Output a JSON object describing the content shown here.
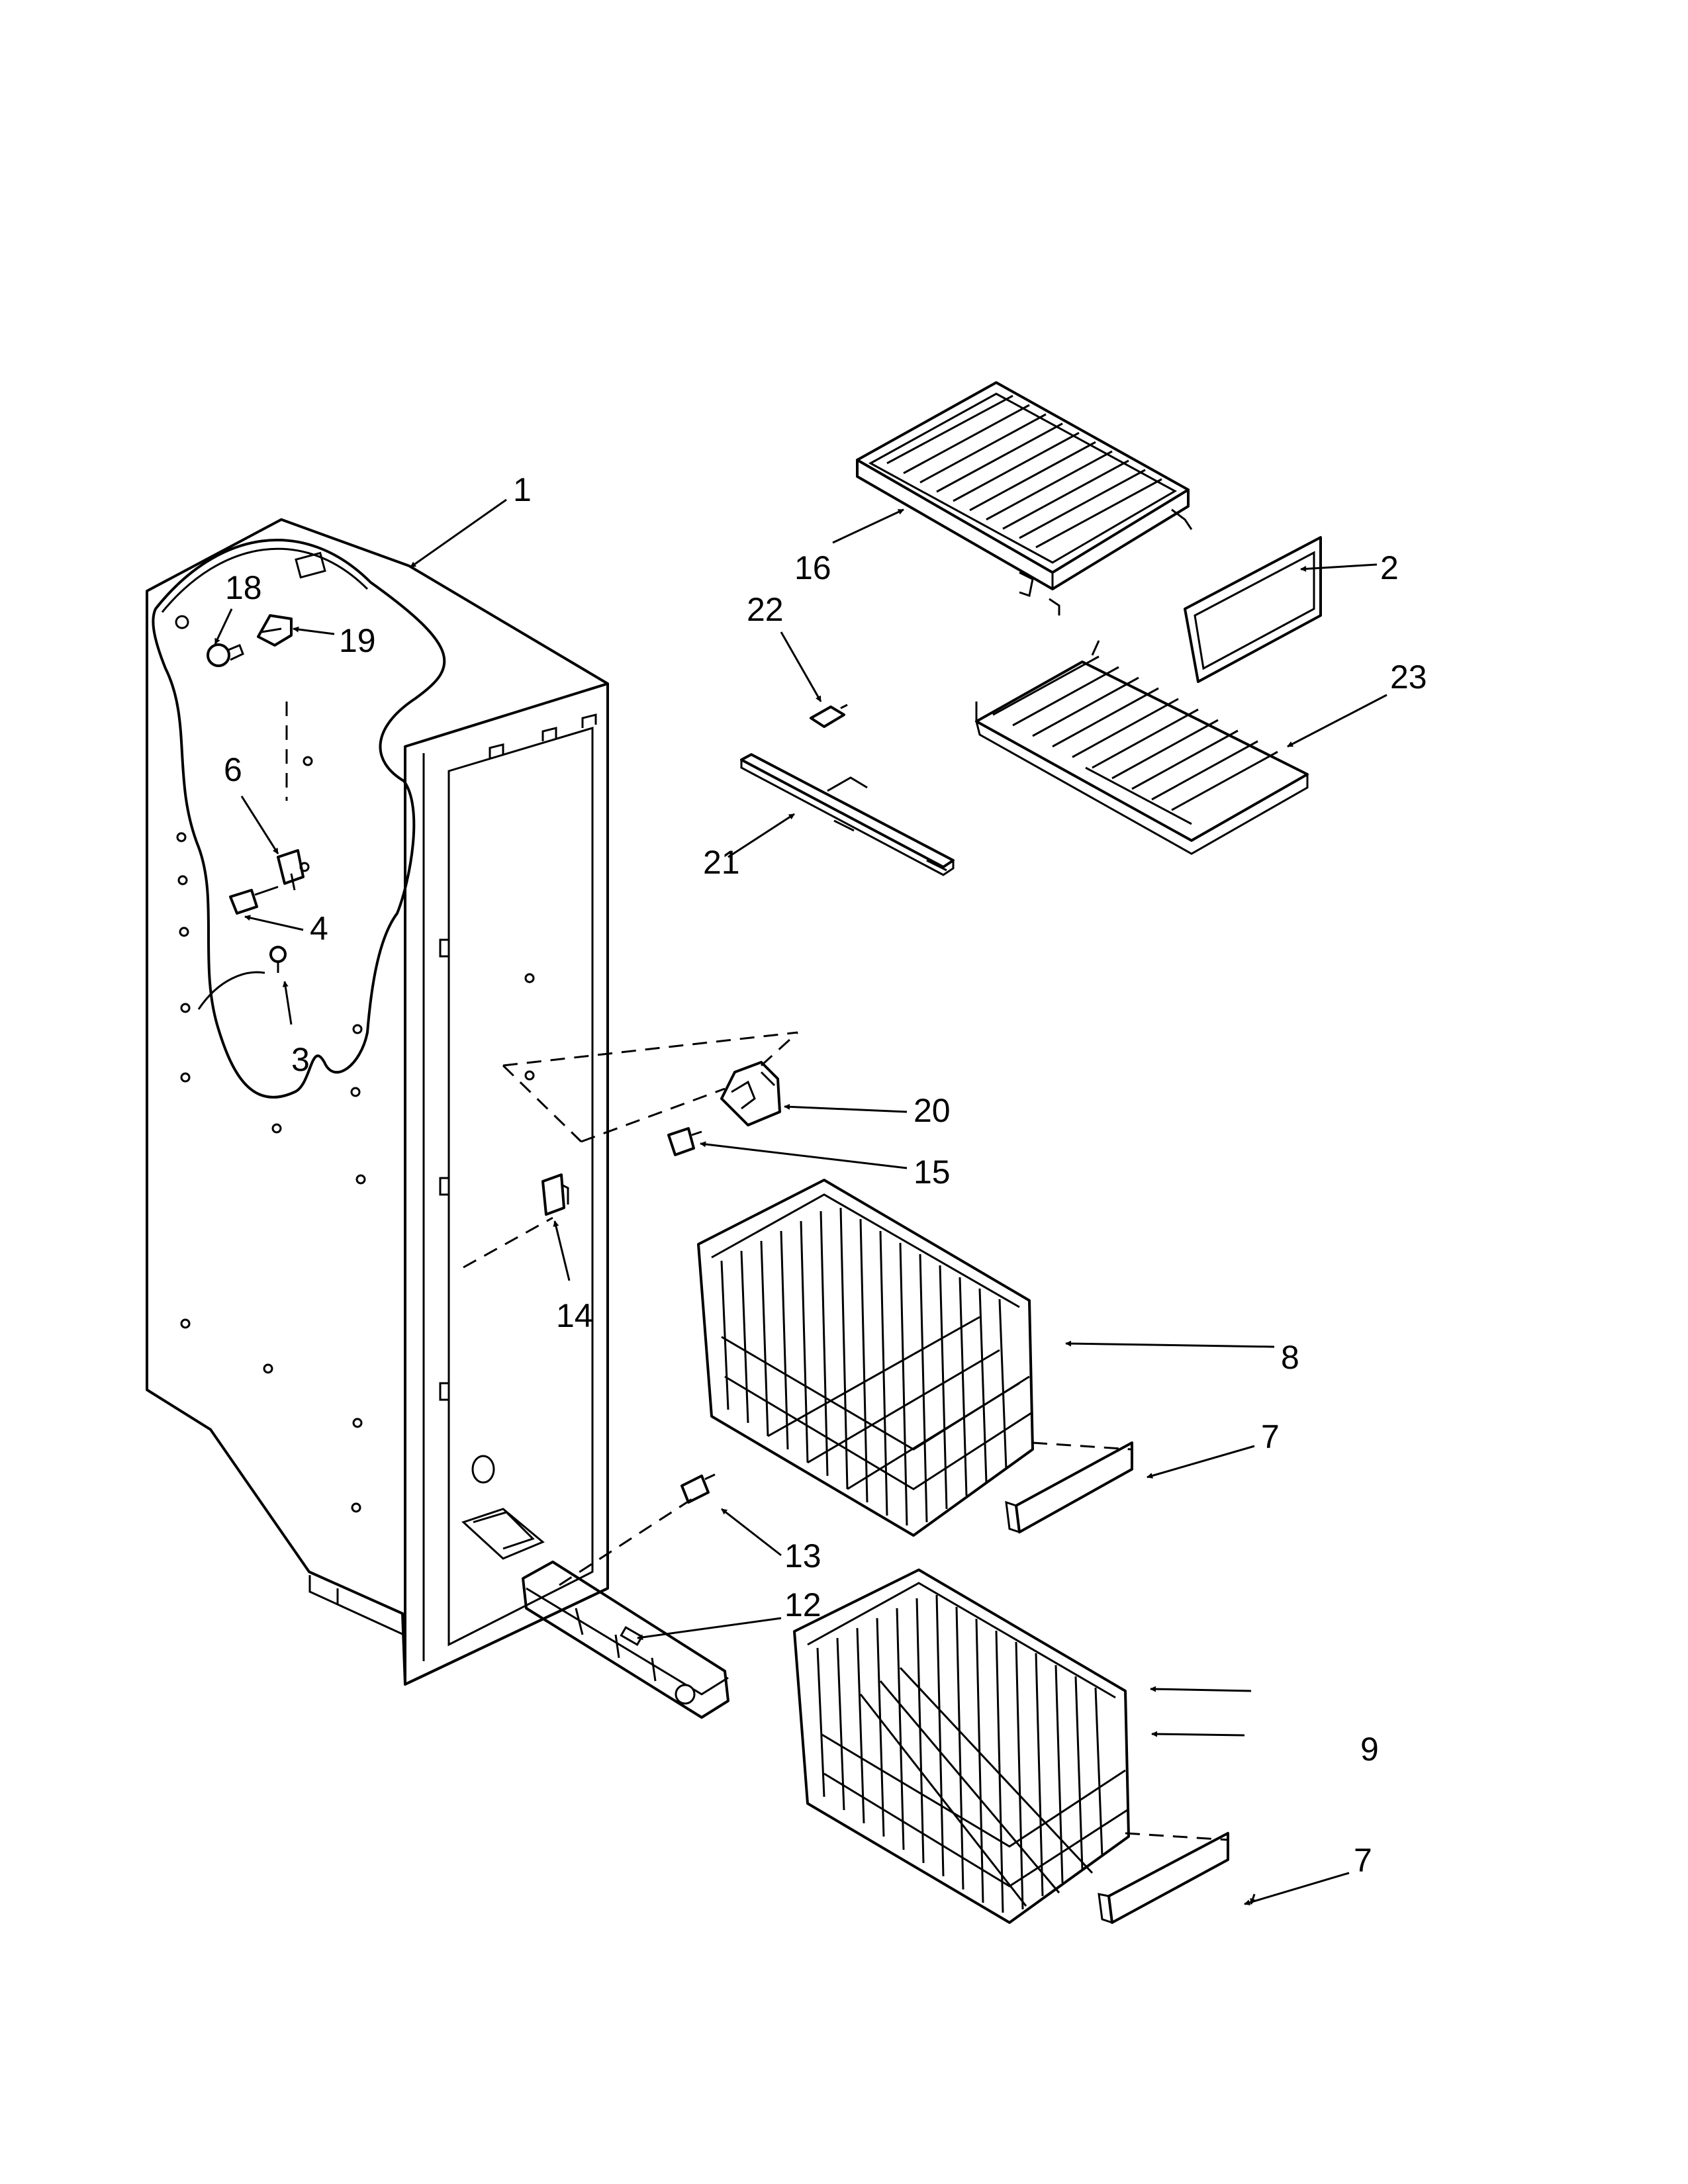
{
  "callouts": [
    {
      "key": "1",
      "text": "1"
    },
    {
      "key": "2",
      "text": "2"
    },
    {
      "key": "3",
      "text": "3"
    },
    {
      "key": "4",
      "text": "4"
    },
    {
      "key": "6",
      "text": "6"
    },
    {
      "key": "7a",
      "text": "7"
    },
    {
      "key": "7b",
      "text": "7"
    },
    {
      "key": "8",
      "text": "8"
    },
    {
      "key": "9",
      "text": "9"
    },
    {
      "key": "12",
      "text": "12"
    },
    {
      "key": "13",
      "text": "13"
    },
    {
      "key": "14",
      "text": "14"
    },
    {
      "key": "15",
      "text": "15"
    },
    {
      "key": "16",
      "text": "16"
    },
    {
      "key": "18",
      "text": "18"
    },
    {
      "key": "19",
      "text": "19"
    },
    {
      "key": "20",
      "text": "20"
    },
    {
      "key": "21",
      "text": "21"
    },
    {
      "key": "22",
      "text": "22"
    },
    {
      "key": "23",
      "text": "23"
    }
  ]
}
